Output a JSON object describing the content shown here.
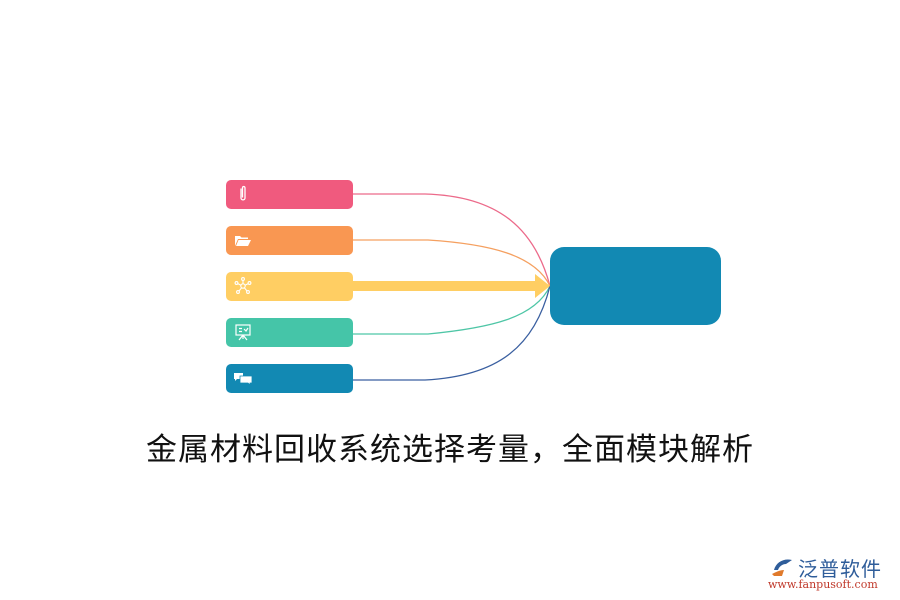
{
  "diagram": {
    "title": "金属材料回收系统选择考量，全面模块解析",
    "nodes": [
      {
        "id": "n1",
        "icon": "paperclip-icon",
        "color": "#f05a7e",
        "line_color": "#ec6a8a"
      },
      {
        "id": "n2",
        "icon": "folder-open-icon",
        "color": "#f99752",
        "line_color": "#f5a060"
      },
      {
        "id": "n3",
        "icon": "network-nodes-icon",
        "color": "#ffce63",
        "line_color": "#ffce63",
        "emphasized": true
      },
      {
        "id": "n4",
        "icon": "presentation-board-icon",
        "color": "#45c5a8",
        "line_color": "#4ec6a6"
      },
      {
        "id": "n5",
        "icon": "chat-bubbles-icon",
        "color": "#1289b3",
        "line_color": "#3a5fa0"
      }
    ],
    "target": {
      "color": "#1289b3",
      "label": ""
    }
  },
  "watermark": {
    "brand": "泛普软件",
    "url": "www.fanpusoft.com"
  }
}
